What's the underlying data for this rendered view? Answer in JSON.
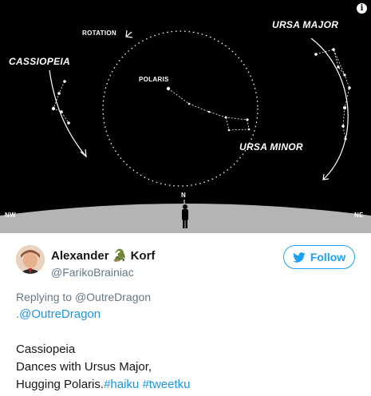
{
  "image": {
    "labels": {
      "rotation": "ROTATION",
      "cassiopeia": "CASSIOPEIA",
      "polaris": "POLARIS",
      "ursa_major": "URSA MAJOR",
      "ursa_minor": "URSA MINOR",
      "north": "N",
      "northwest": "NW",
      "northeast": "NE"
    },
    "info_icon": "i"
  },
  "tweet": {
    "author_name": "Alexander",
    "author_emoji": "🐊",
    "author_surname": "Korf",
    "handle": "@FarikoBrainiac",
    "follow_label": "Follow",
    "replying_prefix": "Replying to ",
    "replying_to": "@OutreDragon",
    "mention_line": ".@OutreDragon",
    "lines": [
      "Cassiopeia",
      "Dances with Ursus Major,"
    ],
    "last_line_text": "Hugging Polaris.",
    "hashtags": [
      "#haiku",
      "#tweetku"
    ]
  },
  "colors": {
    "accent": "#1da1f2",
    "link": "#1b95e0",
    "text": "#14171a",
    "muted": "#657786",
    "sky": "#000000",
    "ground": "#b4b4b4"
  }
}
